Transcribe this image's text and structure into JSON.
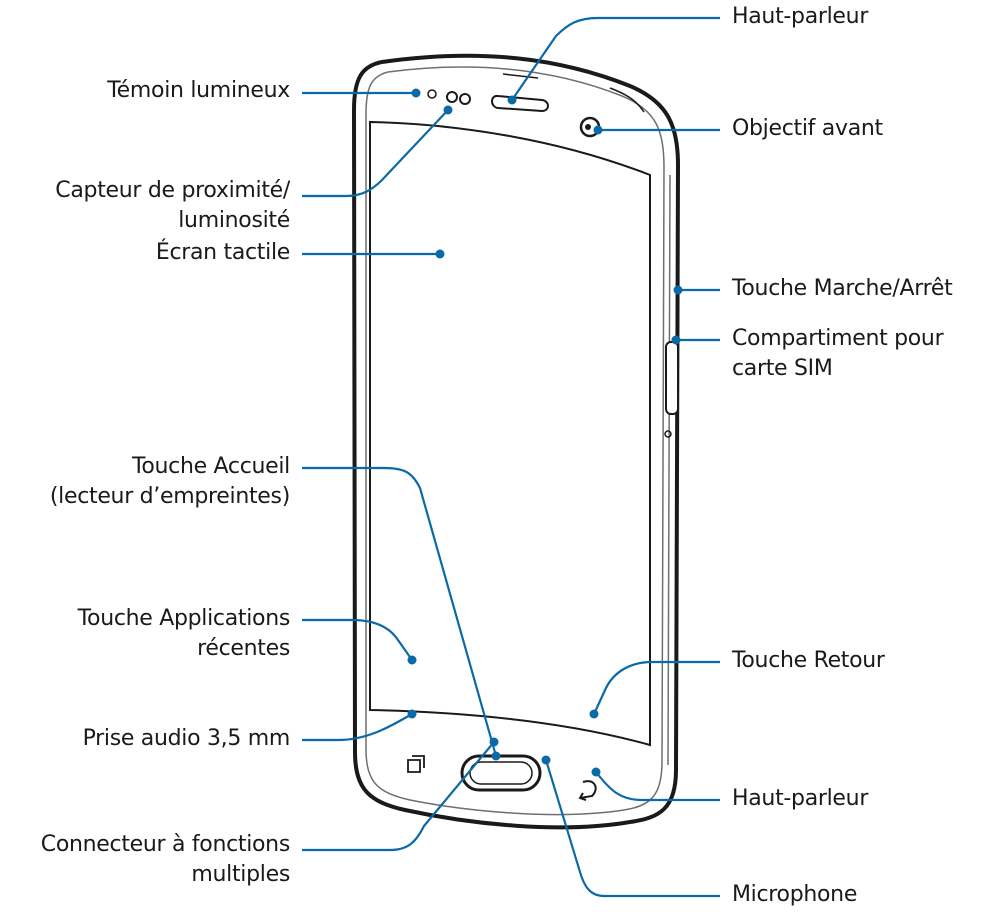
{
  "colors": {
    "callout": "#0b6aa5",
    "outline": "#1a1a1a",
    "bezel": "#6f6f6f",
    "text": "#1a1a1a"
  },
  "labels": {
    "indicator_light": "Témoin lumineux",
    "proximity_sensor_1": "Capteur de proximité/",
    "proximity_sensor_2": "luminosité",
    "touchscreen": "Écran tactile",
    "home_key_1": "Touche Accueil",
    "home_key_2": "(lecteur d’empreintes)",
    "recent_apps_1": "Touche Applications",
    "recent_apps_2": "récentes",
    "audio_jack": "Prise audio 3,5 mm",
    "multipurpose_1": "Connecteur à fonctions",
    "multipurpose_2": "multiples",
    "speaker_top": "Haut-parleur",
    "front_camera": "Objectif avant",
    "power_key": "Touche Marche/Arrêt",
    "sim_tray_1": "Compartiment pour",
    "sim_tray_2": "carte SIM",
    "back_key": "Touche Retour",
    "speaker_bottom": "Haut-parleur",
    "microphone": "Microphone"
  }
}
